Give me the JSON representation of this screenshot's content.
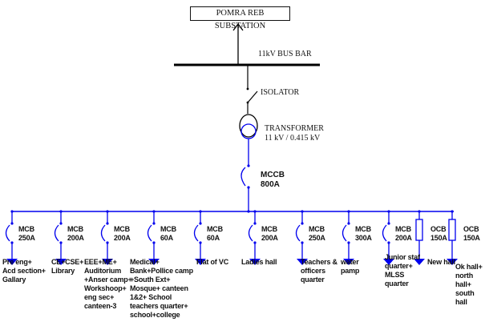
{
  "diagram": {
    "source": "POMRA REB SUBSTATION",
    "bus_bar_label": "11kV BUS BAR",
    "isolator_label": "ISOLATOR",
    "transformer_label": "TRANSFORMER\n11 kV / 0.415 kV",
    "mccb_label": "MCCB\n800A",
    "colors": {
      "hv_line": "#000000",
      "lv_line": "#0000ee"
    },
    "branches": [
      {
        "device": "MCB",
        "breaker_label": "MCB\n250A",
        "load": "Pre eng+\nAcd section+\nGallary"
      },
      {
        "device": "MCB",
        "breaker_label": "MCB\n200A",
        "load": "CE+CSE+\nLibrary"
      },
      {
        "device": "MCB",
        "breaker_label": "MCB\n200A",
        "load": "EEE+ME+\nAuditorium\n+Anser camp+\nWorkshoop+\neng sec+\ncanteen-3"
      },
      {
        "device": "MCB",
        "breaker_label": "MCB\n60A",
        "load": "Medical+\nBank+Pollice camp\n+South Ext+\nMosque+ canteen\n1&2+ School\nteachers quarter+\nschool+college"
      },
      {
        "device": "MCB",
        "breaker_label": "MCB\n60A",
        "load": "Flat of VC"
      },
      {
        "device": "MCB",
        "breaker_label": "MCB\n200A",
        "load": "Ladies hall"
      },
      {
        "device": "MCB",
        "breaker_label": "MCB\n250A",
        "load": "Teachers &\nofficers\nquarter"
      },
      {
        "device": "MCB",
        "breaker_label": "MCB\n300A",
        "load": "water\npamp"
      },
      {
        "device": "MCB",
        "breaker_label": "MCB\n200A",
        "load": "Junior staf\nquarter+\nMLSS\nquarter"
      },
      {
        "device": "OCB",
        "breaker_label": "OCB\n150A",
        "load": "New hall"
      },
      {
        "device": "OCB",
        "breaker_label": "OCB\n150A",
        "load": "Ok hall+\nnorth hall+\nsouth hall"
      }
    ]
  }
}
